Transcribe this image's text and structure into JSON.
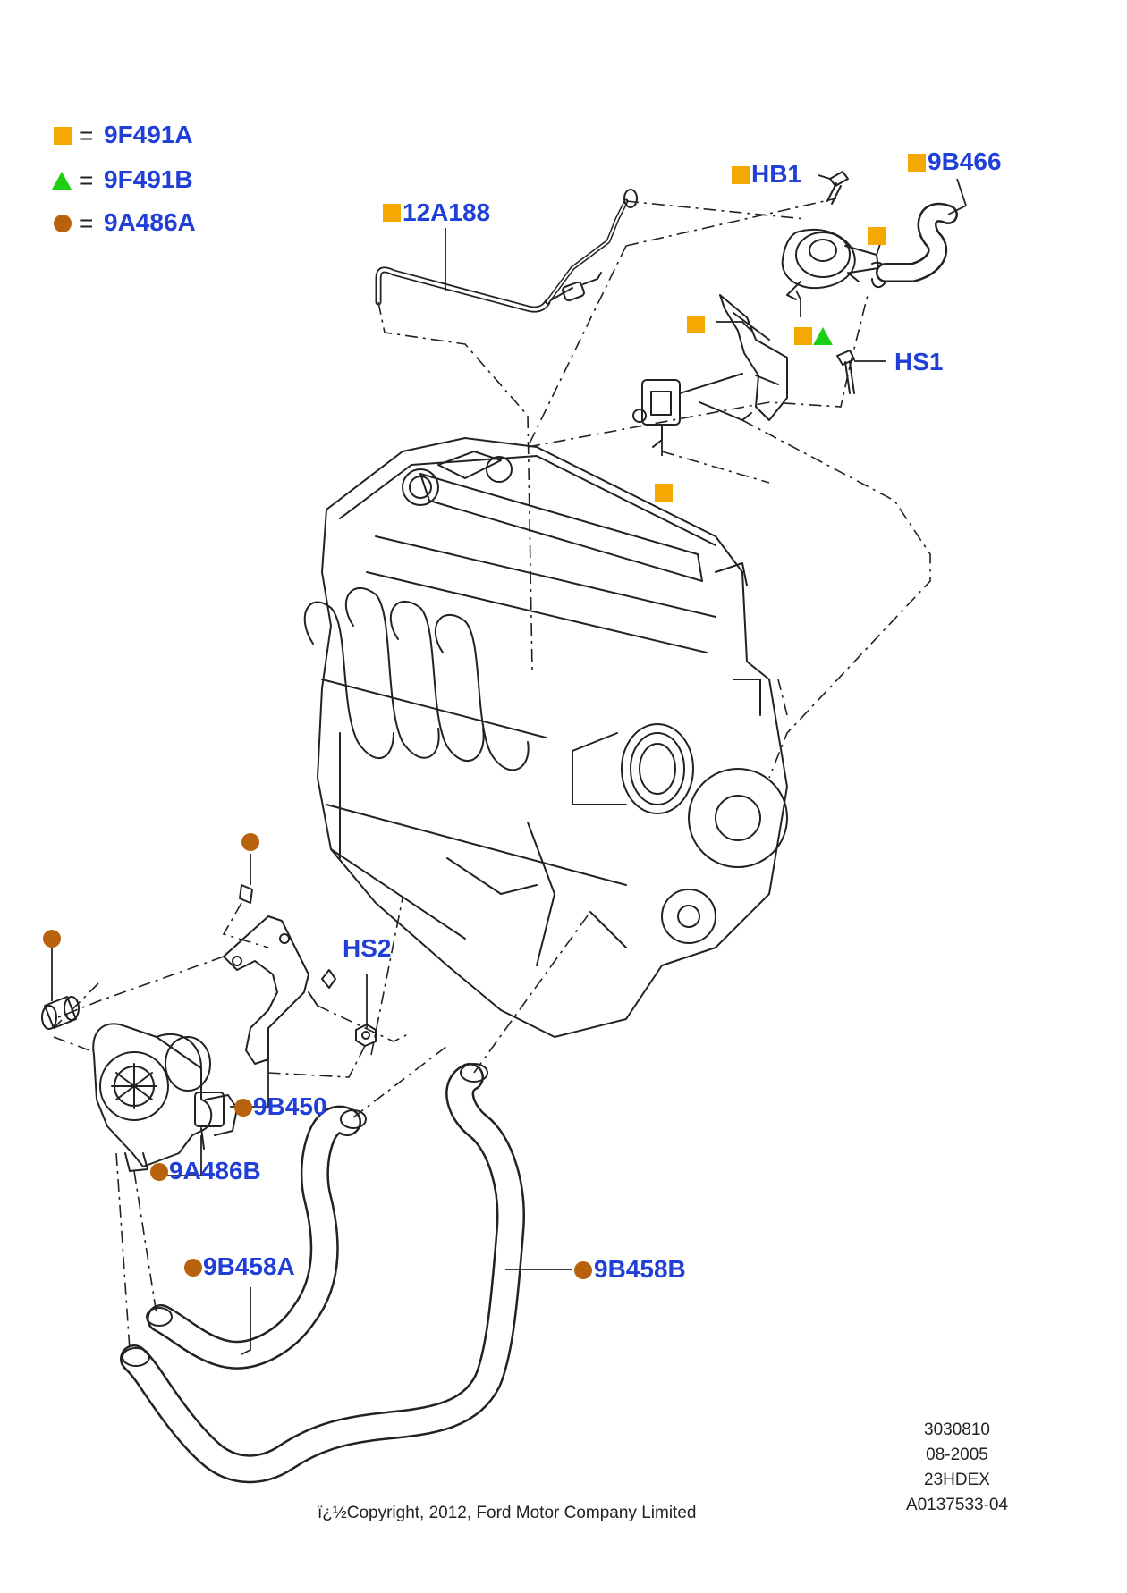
{
  "legend": {
    "square": {
      "symbol": "orange-square",
      "color": "#f5a800",
      "equals": "=",
      "part": "9F491A"
    },
    "triangle": {
      "symbol": "green-triangle",
      "color": "#1dcf12",
      "equals": "=",
      "part": "9F491B"
    },
    "circle": {
      "symbol": "brown-circle",
      "color": "#b8620e",
      "equals": "=",
      "part": "9A486A"
    }
  },
  "callouts": {
    "hb1": "HB1",
    "b9466": "9B466",
    "a12188": "12A188",
    "hs1": "HS1",
    "hs2": "HS2",
    "b9450": "9B450",
    "a9486b": "9A486B",
    "b9458a": "9B458A",
    "b9458b": "9B458B"
  },
  "meta": {
    "line1": "3030810",
    "line2": "08-2005",
    "line3": "23HDEX",
    "line4": "A0137533-04",
    "copyright": "ï¿½Copyright, 2012, Ford Motor Company Limited"
  },
  "colors": {
    "label": "#1f3fd6",
    "ink": "#222222"
  }
}
